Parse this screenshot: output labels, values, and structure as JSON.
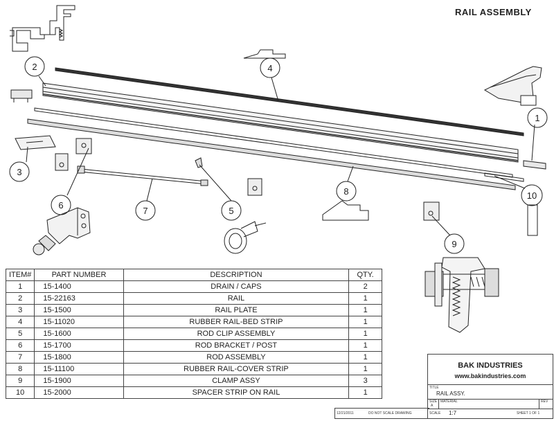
{
  "title": "RAIL ASSEMBLY",
  "callouts": [
    "1",
    "2",
    "3",
    "4",
    "5",
    "6",
    "7",
    "8",
    "9",
    "10"
  ],
  "bom": {
    "headers": [
      "ITEM#",
      "PART NUMBER",
      "DESCRIPTION",
      "QTY."
    ],
    "rows": [
      {
        "item": "1",
        "part": "15-1400",
        "desc": "DRAIN / CAPS",
        "qty": "2"
      },
      {
        "item": "2",
        "part": "15-22163",
        "desc": "RAIL",
        "qty": "1"
      },
      {
        "item": "3",
        "part": "15-1500",
        "desc": "RAIL PLATE",
        "qty": "1"
      },
      {
        "item": "4",
        "part": "15-11020",
        "desc": "RUBBER RAIL-BED STRIP",
        "qty": "1"
      },
      {
        "item": "5",
        "part": "15-1600",
        "desc": "ROD CLIP ASSEMBLY",
        "qty": "1"
      },
      {
        "item": "6",
        "part": "15-1700",
        "desc": "ROD BRACKET / POST",
        "qty": "1"
      },
      {
        "item": "7",
        "part": "15-1800",
        "desc": "ROD ASSEMBLY",
        "qty": "1"
      },
      {
        "item": "8",
        "part": "15-11100",
        "desc": "RUBBER RAIL-COVER STRIP",
        "qty": "1"
      },
      {
        "item": "9",
        "part": "15-1900",
        "desc": "CLAMP ASSY",
        "qty": "3"
      },
      {
        "item": "10",
        "part": "15-2000",
        "desc": "SPACER STRIP ON RAIL",
        "qty": "1"
      }
    ]
  },
  "titleblock": {
    "company": "BAK INDUSTRIES",
    "website": "www.bakindustries.com",
    "title_label": "TITLE",
    "title_value": "RAIL ASSY.",
    "size_label": "SIZE",
    "size_value": "A",
    "material_label": "MATERIAL",
    "scale_label": "SCALE",
    "scale_value": "1:7",
    "rev_label": "REV",
    "sheet_text": "SHEET 1 OF 1",
    "date": "12/21/2011",
    "note": "DO NOT SCALE DRAWING"
  }
}
